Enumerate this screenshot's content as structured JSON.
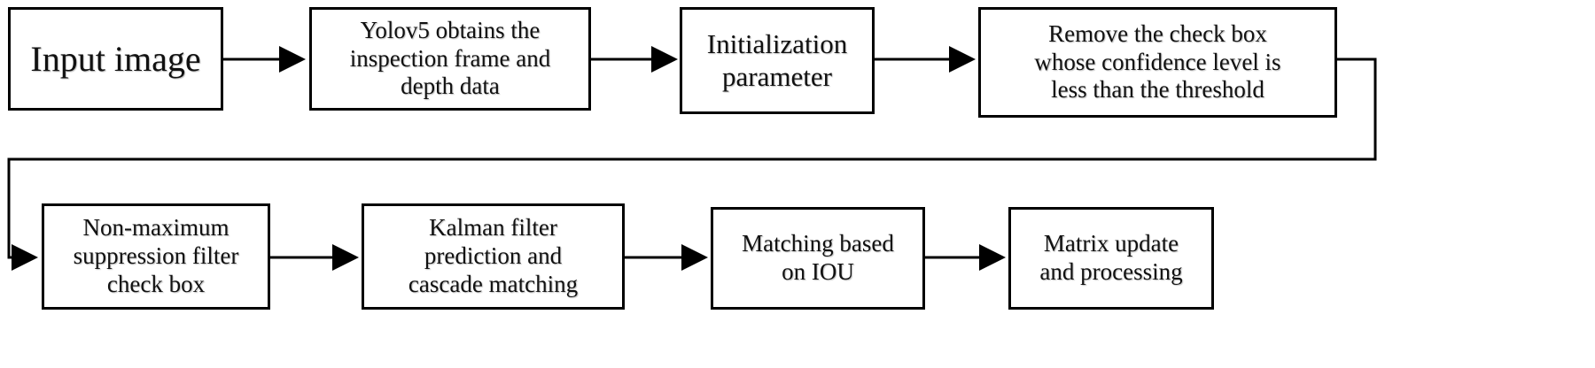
{
  "flowchart": {
    "nodes": [
      {
        "id": "input-image",
        "label": "Input image"
      },
      {
        "id": "yolov5",
        "label": "Yolov5 obtains the\ninspection frame and\ndepth data"
      },
      {
        "id": "init-param",
        "label": "Initialization\nparameter"
      },
      {
        "id": "remove-box",
        "label": "Remove the check box\nwhose confidence level is\nless than the threshold"
      },
      {
        "id": "nms",
        "label": "Non-maximum\nsuppression filter\ncheck box"
      },
      {
        "id": "kalman",
        "label": "Kalman  filter\nprediction and\ncascade matching"
      },
      {
        "id": "iou",
        "label": "Matching based\non IOU"
      },
      {
        "id": "matrix",
        "label": "Matrix update\nand processing"
      }
    ],
    "edges": [
      {
        "from": "input-image",
        "to": "yolov5"
      },
      {
        "from": "yolov5",
        "to": "init-param"
      },
      {
        "from": "init-param",
        "to": "remove-box"
      },
      {
        "from": "remove-box",
        "to": "nms"
      },
      {
        "from": "nms",
        "to": "kalman"
      },
      {
        "from": "kalman",
        "to": "iou"
      },
      {
        "from": "iou",
        "to": "matrix"
      }
    ]
  }
}
